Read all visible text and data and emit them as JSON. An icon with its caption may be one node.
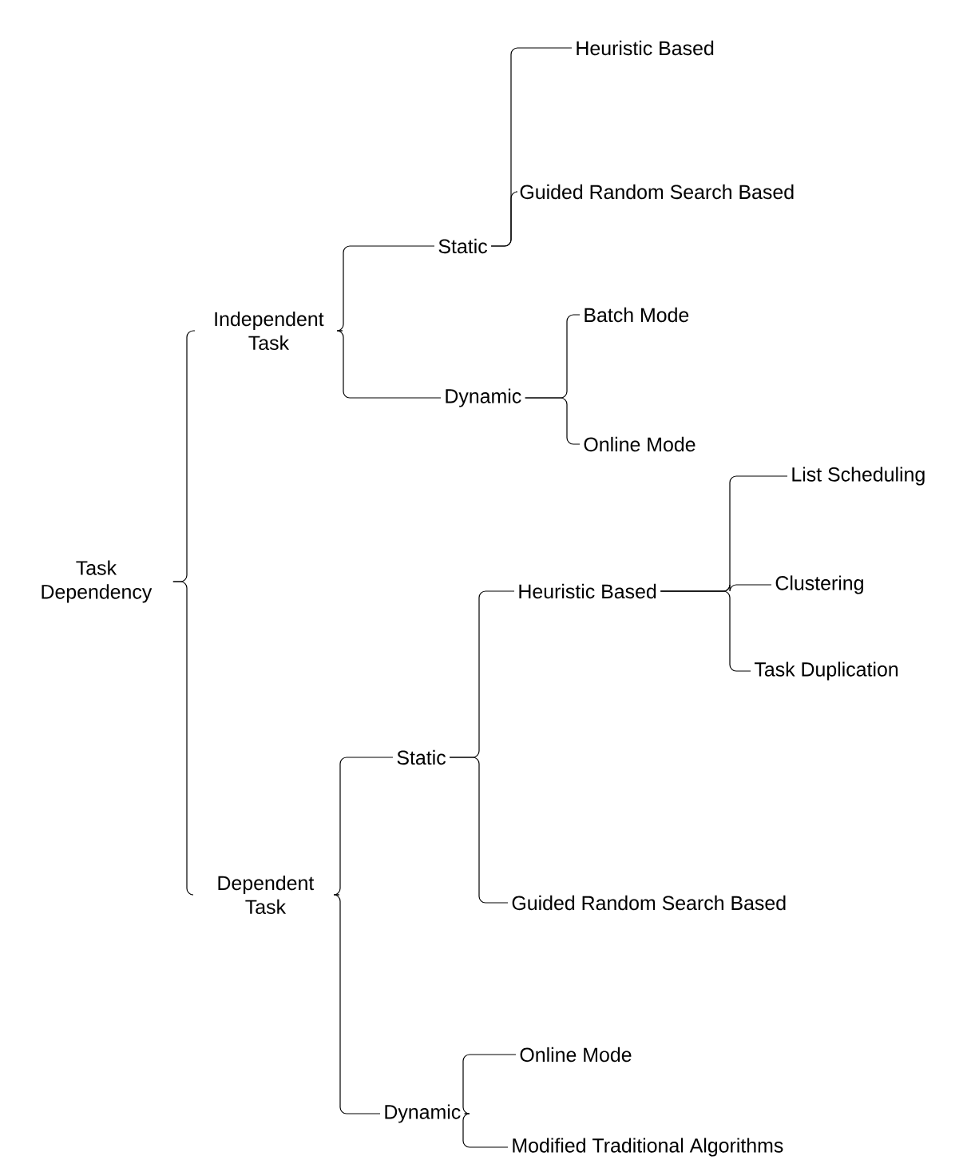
{
  "diagram": {
    "nodes": [
      {
        "text": [
          "Task Dependency"
        ]
      },
      {
        "text": [
          "Independent Task"
        ]
      },
      {
        "text": [
          "Static"
        ]
      },
      {
        "text": [
          "Heuristic Based"
        ]
      },
      {
        "text": [
          "Guided Random Search Based"
        ]
      },
      {
        "text": [
          "Dynamic"
        ]
      },
      {
        "text": [
          "Batch Mode"
        ]
      },
      {
        "text": [
          "Online Mode"
        ]
      },
      {
        "text": [
          "Dependent Task"
        ]
      },
      {
        "text": [
          "Static"
        ]
      },
      {
        "text": [
          "Heuristic Based"
        ]
      },
      {
        "text": [
          "Guided Random Search Based"
        ]
      },
      {
        "text": [
          "List Scheduling"
        ]
      },
      {
        "text": [
          "Clustering"
        ]
      },
      {
        "text": [
          "Task Duplication"
        ]
      },
      {
        "text": [
          "Dynamic"
        ]
      },
      {
        "text": [
          "Online Mode"
        ]
      },
      {
        "text": [
          "Modified Traditional Algorithms"
        ]
      }
    ],
    "edges": [
      {
        "from": 0,
        "to": 1,
        "arrow": "none"
      },
      {
        "from": 0,
        "to": 8,
        "arrow": "none"
      },
      {
        "from": 1,
        "to": 2,
        "arrow": "none"
      },
      {
        "from": 1,
        "to": 5,
        "arrow": "none"
      },
      {
        "from": 2,
        "to": 3,
        "arrow": "none"
      },
      {
        "from": 2,
        "to": 4,
        "arrow": "none"
      },
      {
        "from": 5,
        "to": 6,
        "arrow": "none"
      },
      {
        "from": 5,
        "to": 7,
        "arrow": "none"
      },
      {
        "from": 8,
        "to": 9,
        "arrow": "none"
      },
      {
        "from": 8,
        "to": 15,
        "arrow": "none"
      },
      {
        "from": 9,
        "to": 10,
        "arrow": "none"
      },
      {
        "from": 9,
        "to": 11,
        "arrow": "none"
      },
      {
        "from": 10,
        "to": 12,
        "arrow": "none"
      },
      {
        "from": 10,
        "to": 13,
        "arrow": "none"
      },
      {
        "from": 10,
        "to": 14,
        "arrow": "none"
      },
      {
        "from": 15,
        "to": 16,
        "arrow": "none"
      },
      {
        "from": 15,
        "to": 17,
        "arrow": "none"
      }
    ]
  }
}
